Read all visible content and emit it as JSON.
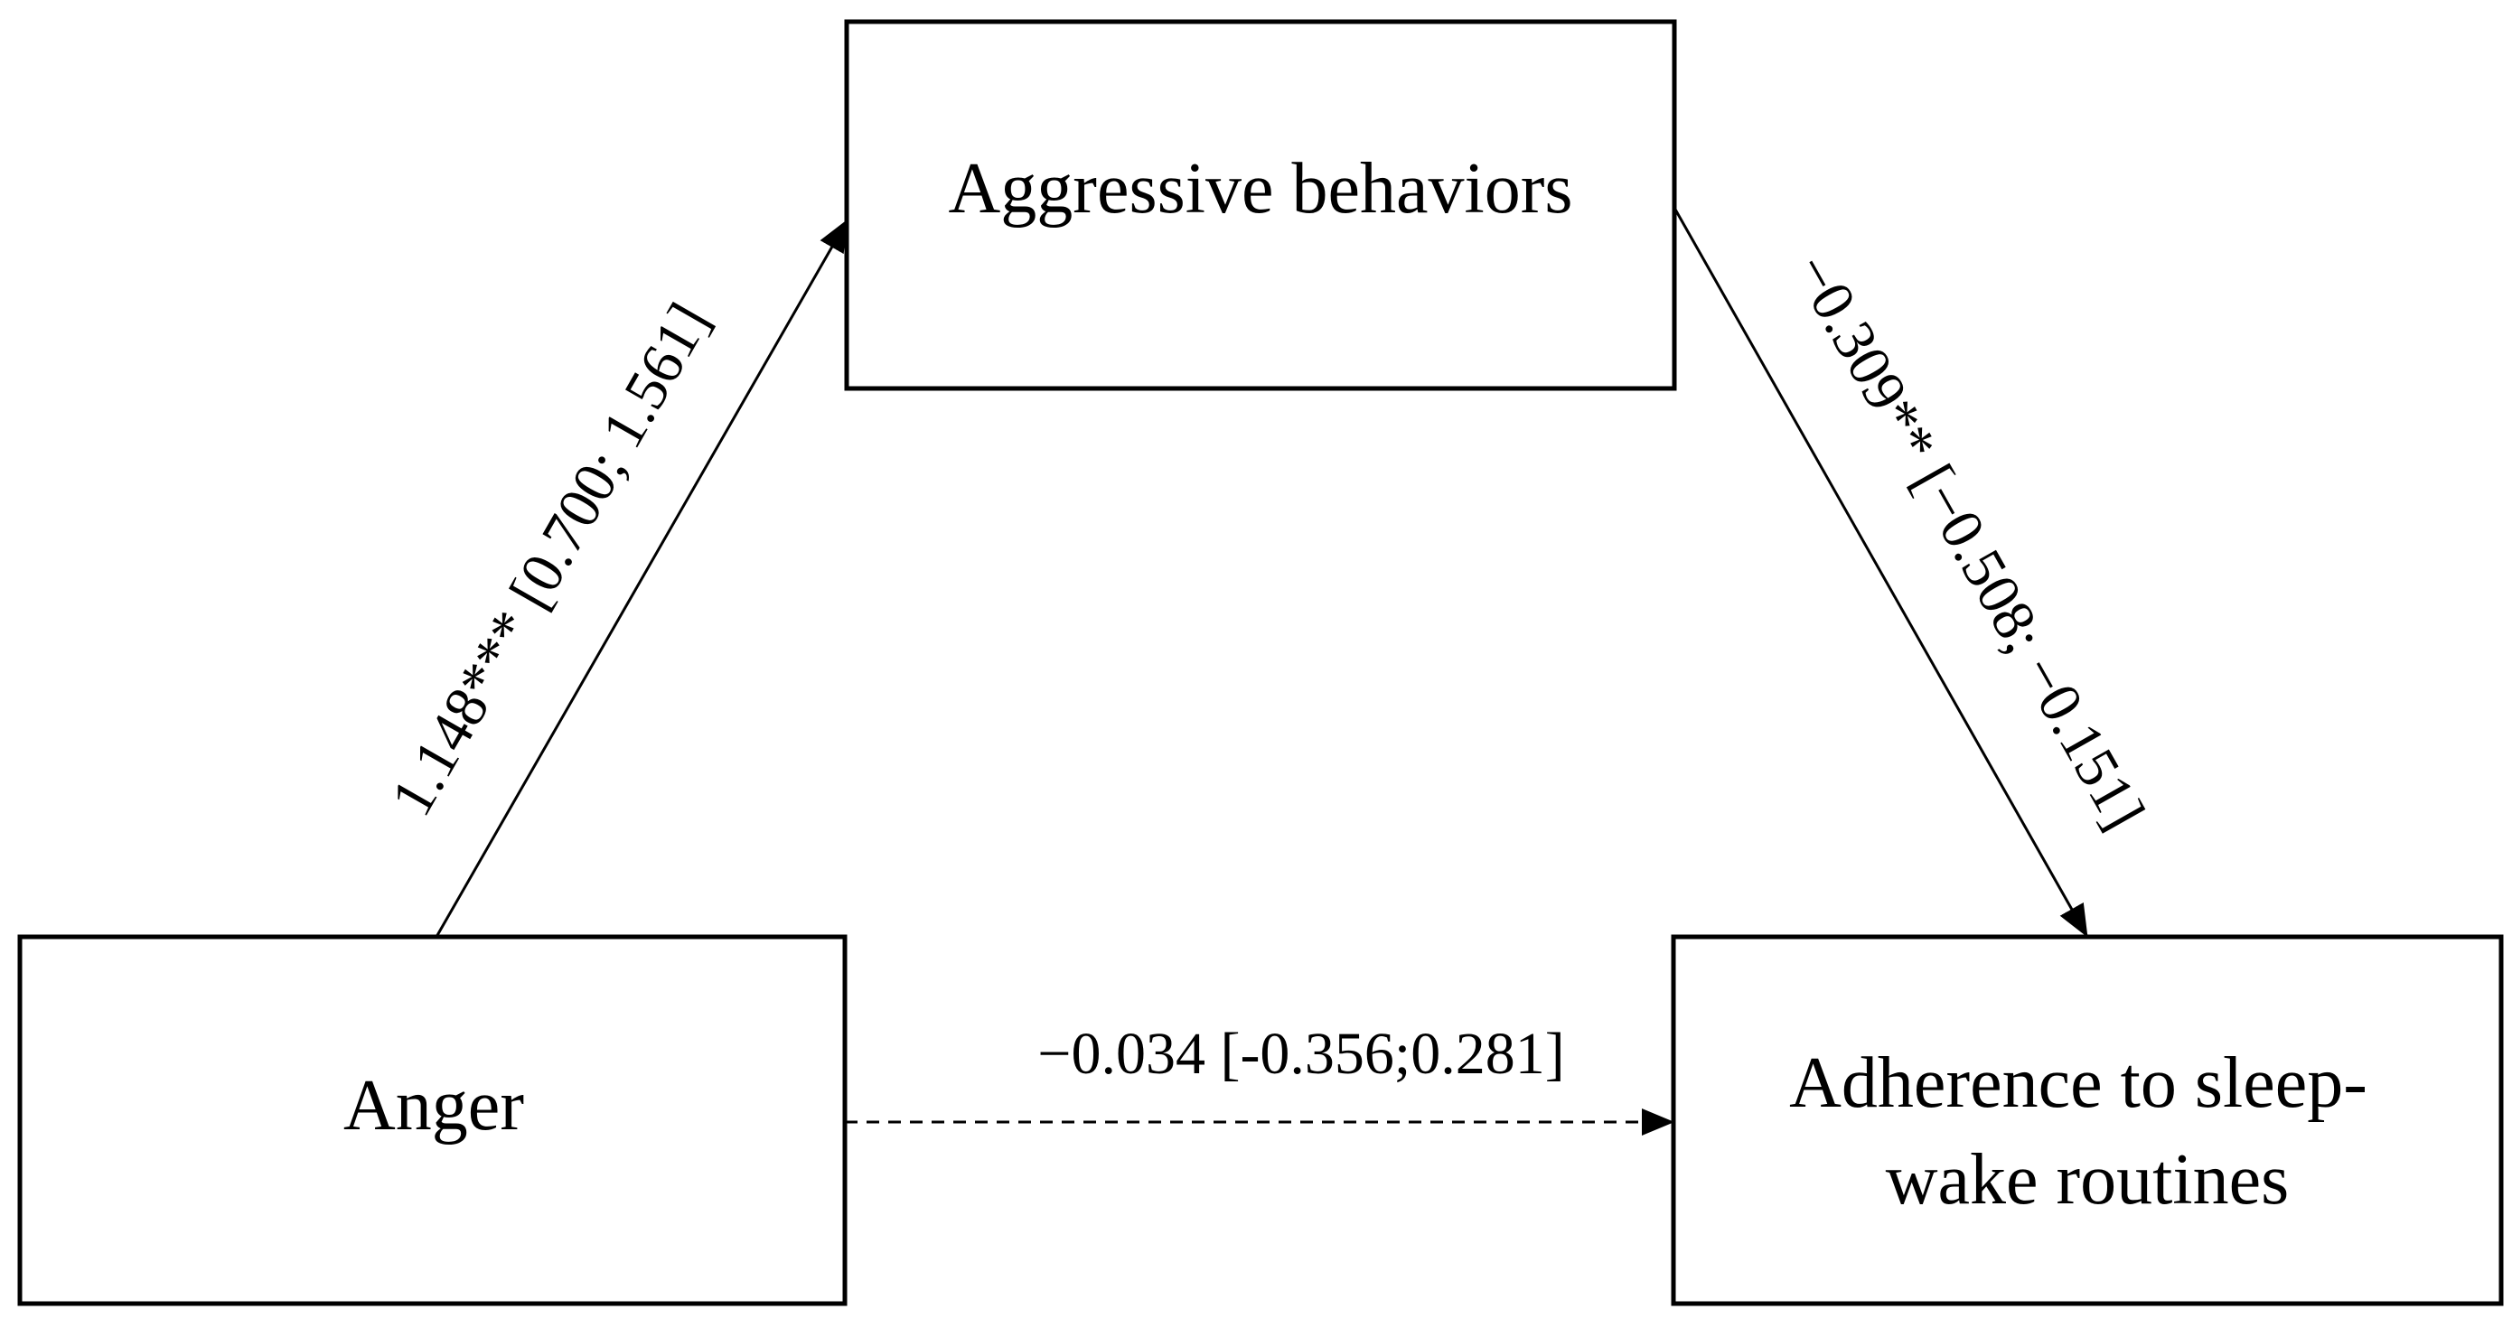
{
  "nodes": {
    "mediator": {
      "label": "Aggressive behaviors"
    },
    "predictor": {
      "label": "Anger"
    },
    "outcome": {
      "label_lines": [
        "Adherence to sleep-",
        "wake routines"
      ]
    }
  },
  "paths": {
    "a": {
      "label": "1.148*** [0.700; 1.561]",
      "style": "solid"
    },
    "b": {
      "label": "−0.309** [−0.508; −0.151]",
      "style": "solid"
    },
    "c_prime": {
      "label": "−0.034 [-0.356;0.281]",
      "style": "dashed"
    }
  }
}
